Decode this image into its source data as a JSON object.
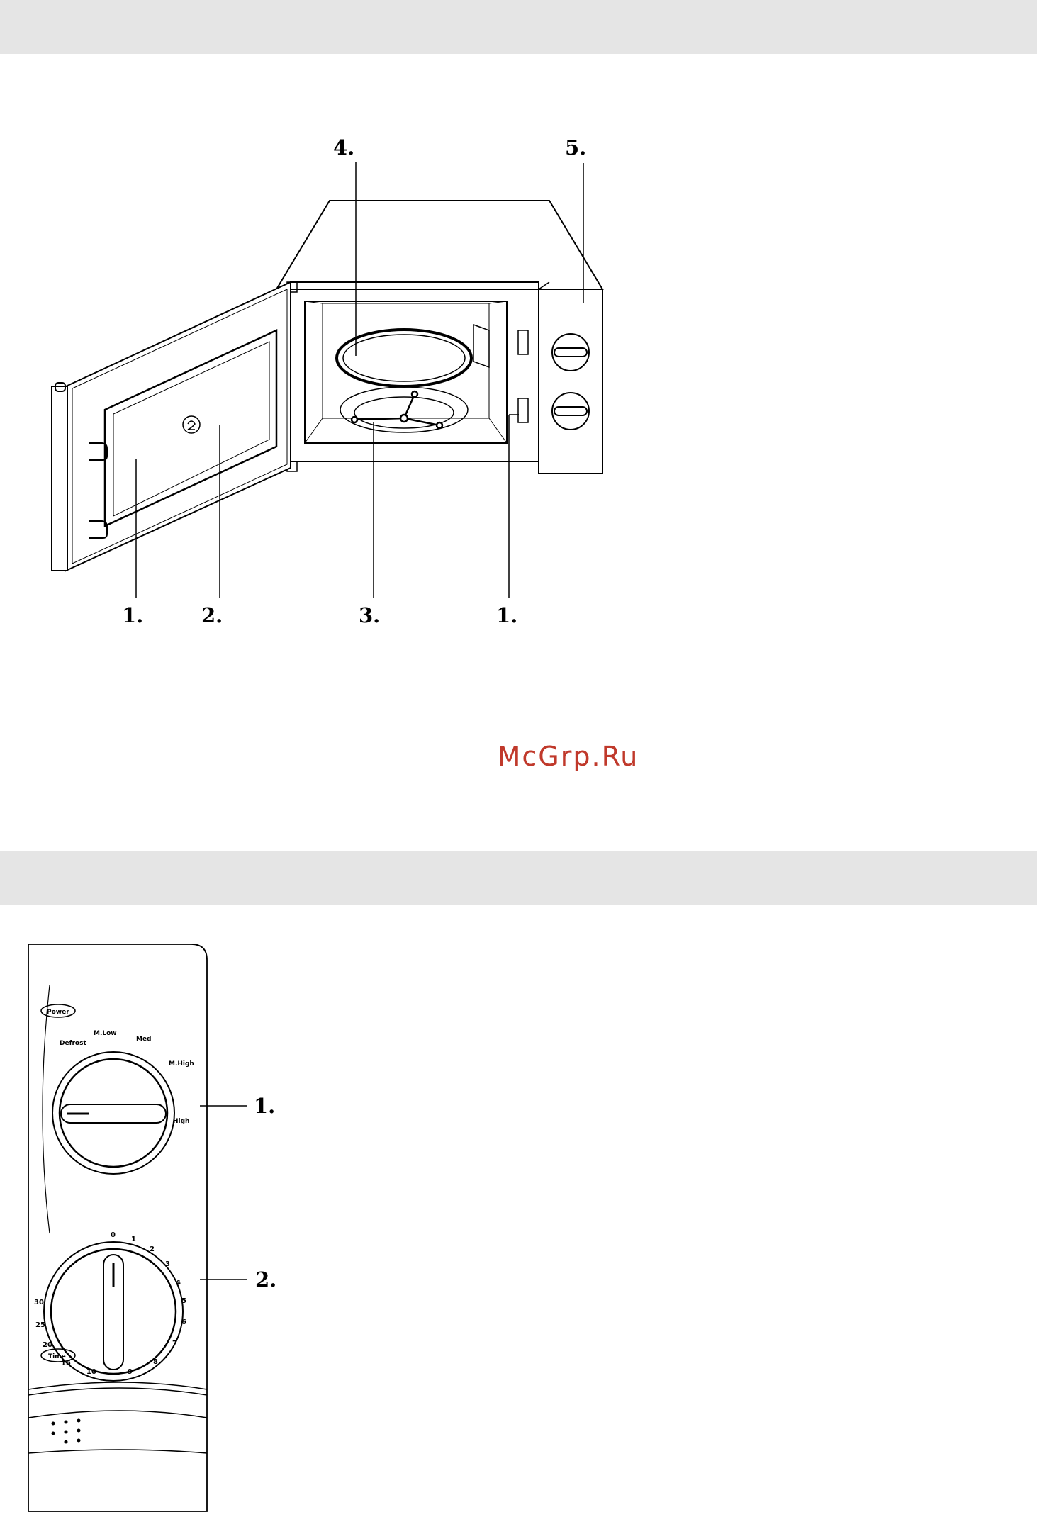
{
  "watermark": "McGrp.Ru",
  "figure1": {
    "callouts": [
      "1.",
      "2.",
      "3.",
      "1.",
      "4.",
      "5."
    ]
  },
  "figure2": {
    "callouts": [
      "1.",
      "2."
    ],
    "power_label": "Power",
    "time_label": "Time",
    "power_settings": [
      "Defrost",
      "M.Low",
      "Med",
      "M.High",
      "High"
    ],
    "time_marks": [
      "0",
      "1",
      "2",
      "3",
      "4",
      "5",
      "6",
      "7",
      "8",
      "9",
      "10",
      "15",
      "20",
      "25",
      "30"
    ]
  }
}
